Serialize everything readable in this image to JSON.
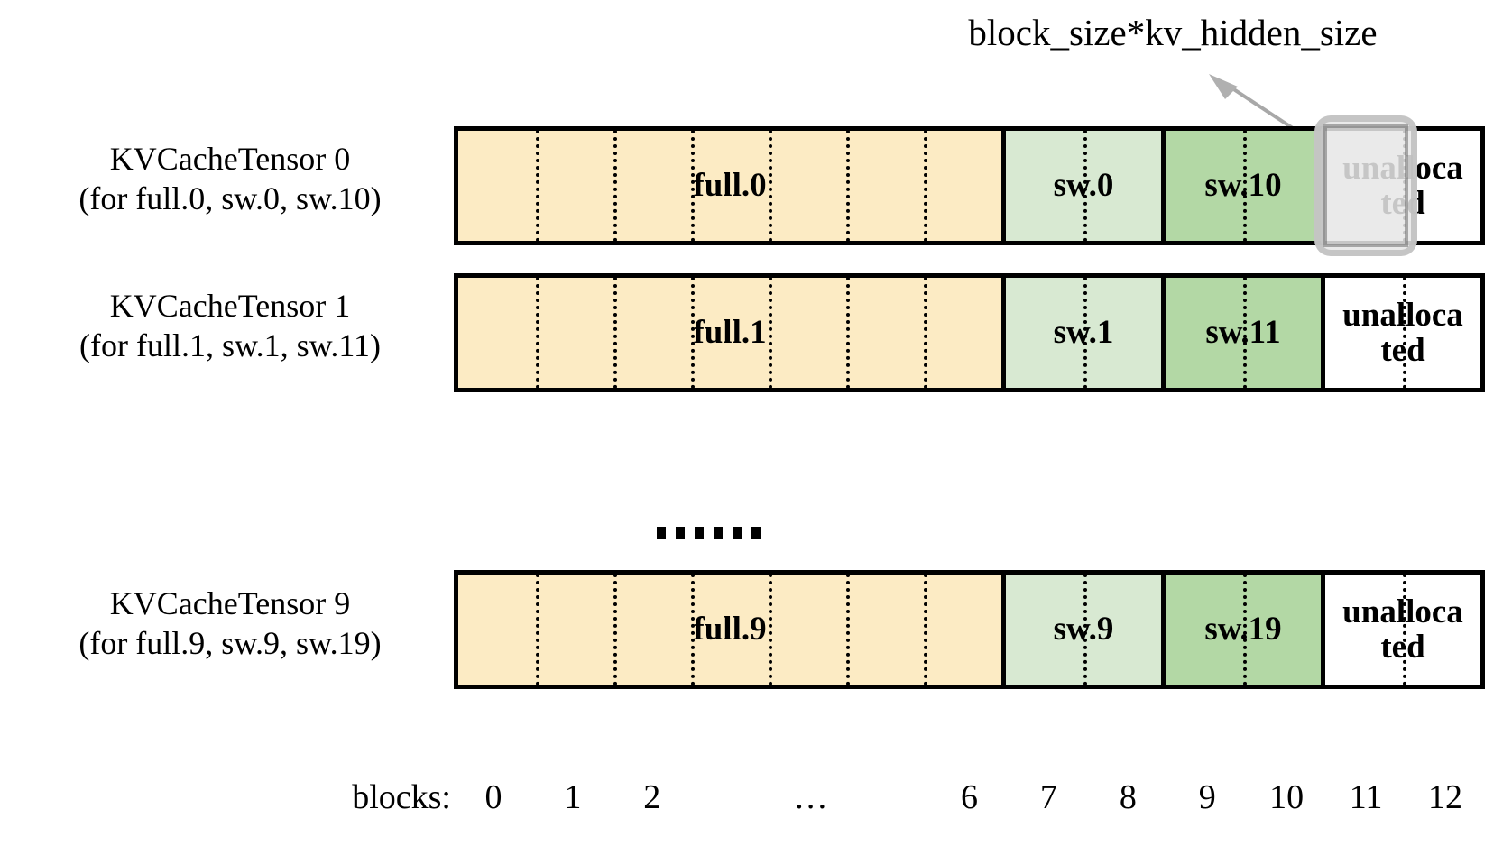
{
  "annotation": {
    "text": "block_size*kv_hidden_size",
    "arrow_color": "#a8a8a8"
  },
  "colors": {
    "full_fill": "#FCEBC4",
    "sw_light_fill": "#D8E9D2",
    "sw_dark_fill": "#B3D8A5",
    "unallocated_fill": "#FFFFFF",
    "border": "#000000",
    "highlight_overlay": "#E6E6E6",
    "highlight_border": "#BEBEBE"
  },
  "rows": [
    {
      "label_line1": "KVCacheTensor 0",
      "label_line2": "(for full.0, sw.0, sw.10)",
      "segments": [
        {
          "label": "full.0",
          "blocks": 7,
          "fill": "full_fill"
        },
        {
          "label": "sw.0",
          "blocks": 2,
          "fill": "sw_light_fill"
        },
        {
          "label": "sw.10",
          "blocks": 2,
          "fill": "sw_dark_fill"
        },
        {
          "label": "unalloca ted",
          "blocks": 2,
          "fill": "unallocated_fill"
        }
      ],
      "highlighted_block": 11
    },
    {
      "label_line1": "KVCacheTensor 1",
      "label_line2": "(for full.1, sw.1, sw.11)",
      "segments": [
        {
          "label": "full.1",
          "blocks": 7,
          "fill": "full_fill"
        },
        {
          "label": "sw.1",
          "blocks": 2,
          "fill": "sw_light_fill"
        },
        {
          "label": "sw.11",
          "blocks": 2,
          "fill": "sw_dark_fill"
        },
        {
          "label": "unalloca ted",
          "blocks": 2,
          "fill": "unallocated_fill"
        }
      ],
      "highlighted_block": null
    },
    {
      "label_line1": "KVCacheTensor 9",
      "label_line2": "(for full.9, sw.9, sw.19)",
      "segments": [
        {
          "label": "full.9",
          "blocks": 7,
          "fill": "full_fill"
        },
        {
          "label": "sw.9",
          "blocks": 2,
          "fill": "sw_light_fill"
        },
        {
          "label": "sw.19",
          "blocks": 2,
          "fill": "sw_dark_fill"
        },
        {
          "label": "unalloca ted",
          "blocks": 2,
          "fill": "unallocated_fill"
        }
      ],
      "highlighted_block": null
    }
  ],
  "continuation": {
    "dot_count": 6
  },
  "axis": {
    "caption": "blocks:",
    "ticks": [
      "0",
      "1",
      "2",
      "…",
      "6",
      "7",
      "8",
      "9",
      "10",
      "11",
      "12"
    ]
  }
}
